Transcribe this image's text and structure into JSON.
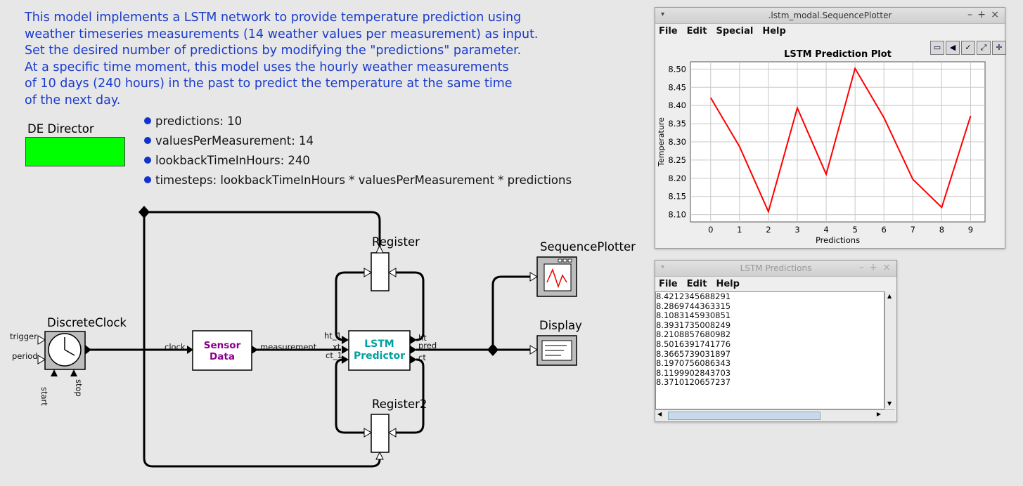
{
  "description": [
    "This model implements a LSTM network to provide temperature prediction using",
    "weather timeseries measurements (14 weather values per measurement) as input.",
    "Set the desired number of predictions by modifying the \"predictions\" parameter.",
    "At a specific time moment, this model uses the hourly weather measurements",
    "of 10 days (240 hours) in the past to predict the temperature at the same time",
    "of the next day."
  ],
  "director": {
    "label": "DE Director",
    "color": "#00ff00"
  },
  "parameters": [
    "predictions: 10",
    "valuesPerMeasurement: 14",
    "lookbackTimeInHours: 240",
    "timesteps: lookbackTimeInHours * valuesPerMeasurement * predictions"
  ],
  "actors": {
    "clock": {
      "label": "DiscreteClock",
      "ports": {
        "trigger": "trigger",
        "period": "period",
        "start": "start",
        "stop": "stop"
      }
    },
    "sensor": {
      "line1": "Sensor",
      "line2": "Data",
      "in_port": "clock",
      "out_port": "measurement",
      "color": "#8b008b"
    },
    "lstm": {
      "line1": "LSTM",
      "line2": "Predictor",
      "in_ports": [
        "ht_1",
        "xt",
        "ct_1"
      ],
      "out_ports": [
        "ht",
        "pred",
        "ct"
      ],
      "color": "#00a0a0"
    },
    "register1": {
      "label": "Register"
    },
    "register2": {
      "label": "Register2"
    },
    "plotter": {
      "label": "SequencePlotter"
    },
    "display": {
      "label": "Display"
    }
  },
  "plot_window": {
    "title": ".lstm_modal.SequencePlotter",
    "menu": [
      "File",
      "Edit",
      "Special",
      "Help"
    ],
    "controls": [
      "▾",
      "–",
      "+",
      "×"
    ]
  },
  "chart_data": {
    "type": "line",
    "title": "LSTM Prediction Plot",
    "xlabel": "Predictions",
    "ylabel": "Temperature",
    "x": [
      0,
      1,
      2,
      3,
      4,
      5,
      6,
      7,
      8,
      9
    ],
    "series": [
      {
        "values": [
          8.4212345688291,
          8.2869744363315,
          8.1083145930851,
          8.3931735008249,
          8.2108857680982,
          8.5016391741776,
          8.3665739031897,
          8.1970756086343,
          8.1199902843703,
          8.3710120657237
        ],
        "color": "#ff0000"
      }
    ],
    "xlim": [
      -0.7,
      9.5
    ],
    "ylim": [
      8.08,
      8.52
    ],
    "yticks": [
      "8.10",
      "8.15",
      "8.20",
      "8.25",
      "8.30",
      "8.35",
      "8.40",
      "8.45",
      "8.50"
    ],
    "xticks": [
      "0",
      "1",
      "2",
      "3",
      "4",
      "5",
      "6",
      "7",
      "8",
      "9"
    ],
    "grid": true
  },
  "display_window": {
    "title": "LSTM Predictions",
    "menu": [
      "File",
      "Edit",
      "Help"
    ],
    "controls": [
      "▾",
      "–",
      "+",
      "×"
    ],
    "lines": [
      "8.4212345688291",
      "8.2869744363315",
      "8.1083145930851",
      "8.3931735008249",
      "8.2108857680982",
      "8.5016391741776",
      "8.3665739031897",
      "8.1970756086343",
      "8.1199902843703",
      "8.3710120657237"
    ]
  }
}
